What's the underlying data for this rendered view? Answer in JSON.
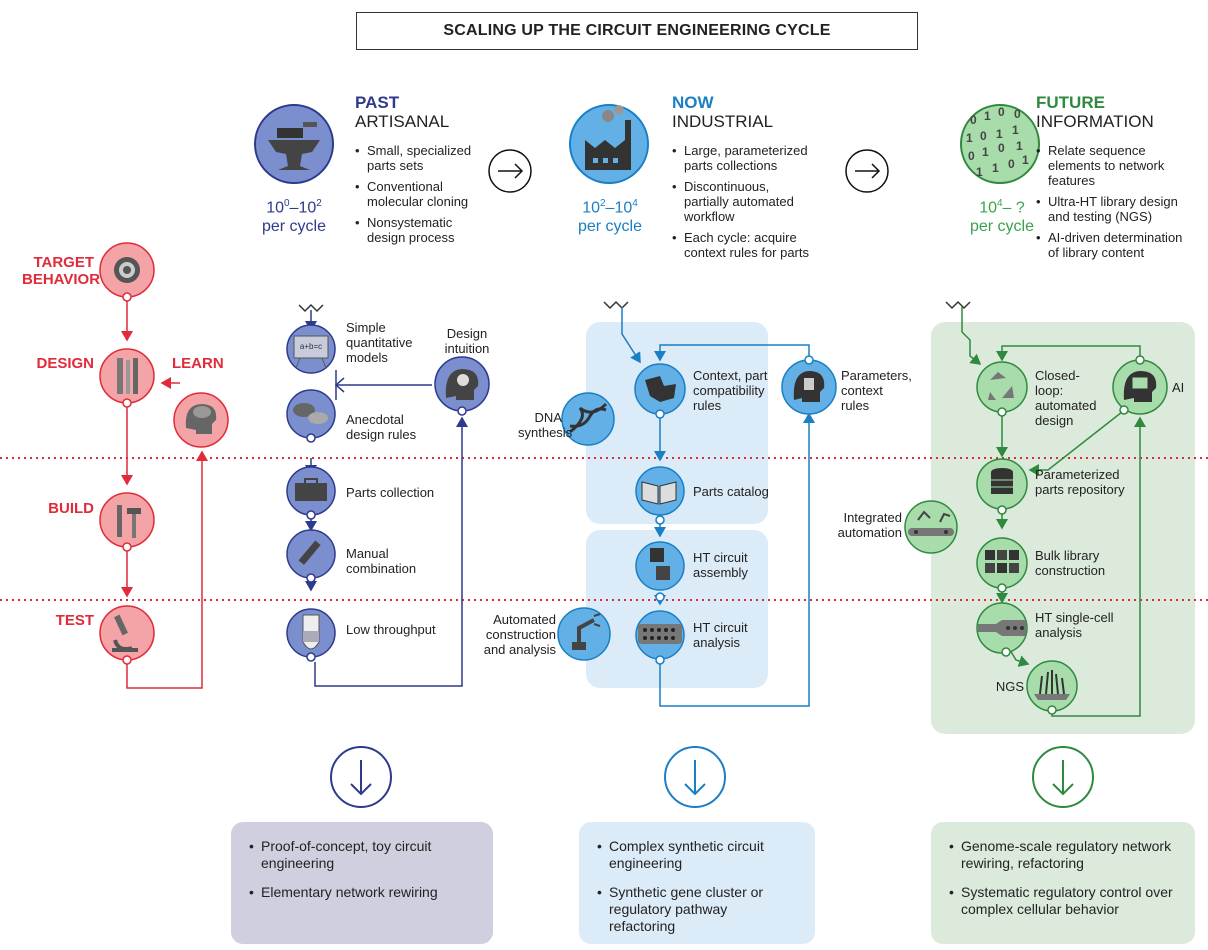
{
  "title": "SCALING UP THE CIRCUIT ENGINEERING CYCLE",
  "colors": {
    "past": "#2e3a8c",
    "now": "#1a7fc4",
    "future": "#2f8a3f",
    "cycle_red": "#e02b3a"
  },
  "stages": {
    "target": "TARGET BEHAVIOR",
    "design": "DESIGN",
    "learn": "LEARN",
    "build": "BUILD",
    "test": "TEST"
  },
  "past": {
    "head": "PAST",
    "sub": "ARTISANAL",
    "rate_a": "10",
    "rate_a_sup": "0",
    "rate_dash": "–",
    "rate_b": "10",
    "rate_b_sup": "2",
    "rate_per": "per cycle",
    "bullets": [
      "Small, specialized parts sets",
      "Conventional molecular cloning",
      "Nonsystematic design process"
    ],
    "nodes": {
      "models": "Simple quantitative models",
      "models_icon_text": "a+b=c",
      "intuition": "Design intuition",
      "anecdotal": "Anecdotal design rules",
      "parts": "Parts collection",
      "manual": "Manual combination",
      "low": "Low throughput"
    },
    "outcomes": [
      "Proof-of-concept, toy circuit engineering",
      "Elementary network rewiring"
    ]
  },
  "now": {
    "head": "NOW",
    "sub": "INDUSTRIAL",
    "rate_a": "10",
    "rate_a_sup": "2",
    "rate_dash": "–",
    "rate_b": "10",
    "rate_b_sup": "4",
    "rate_per": "per cycle",
    "bullets": [
      "Large, parameterized parts collections",
      "Discontinuous, partially automated workflow",
      "Each cycle: acquire context rules for parts"
    ],
    "nodes": {
      "context": "Context, part compatibility rules",
      "params": "Parameters, context rules",
      "dna": "DNA synthesis",
      "catalog": "Parts catalog",
      "assembly": "HT circuit assembly",
      "analysis": "HT circuit analysis",
      "automated": "Automated construction and analysis"
    },
    "outcomes": [
      "Complex synthetic circuit engineering",
      "Synthetic gene cluster or regulatory pathway refactoring"
    ]
  },
  "future": {
    "head": "FUTURE",
    "sub": "INFORMATION",
    "rate_a": "10",
    "rate_a_sup": "4",
    "rate_dash": "– ?",
    "rate_per": "per cycle",
    "bullets": [
      "Relate sequence elements to network features",
      "Ultra-HT library design and testing (NGS)",
      "AI-driven determination of library content"
    ],
    "nodes": {
      "closed": "Closed-loop: automated design",
      "ai": "AI",
      "repo": "Parameterized parts repository",
      "integrated": "Integrated automation",
      "bulk": "Bulk library construction",
      "singlecell": "HT single-cell analysis",
      "ngs": "NGS"
    },
    "outcomes": [
      "Genome-scale regulatory network rewiring, refactoring",
      "Systematic regulatory control over complex cellular behavior"
    ]
  }
}
